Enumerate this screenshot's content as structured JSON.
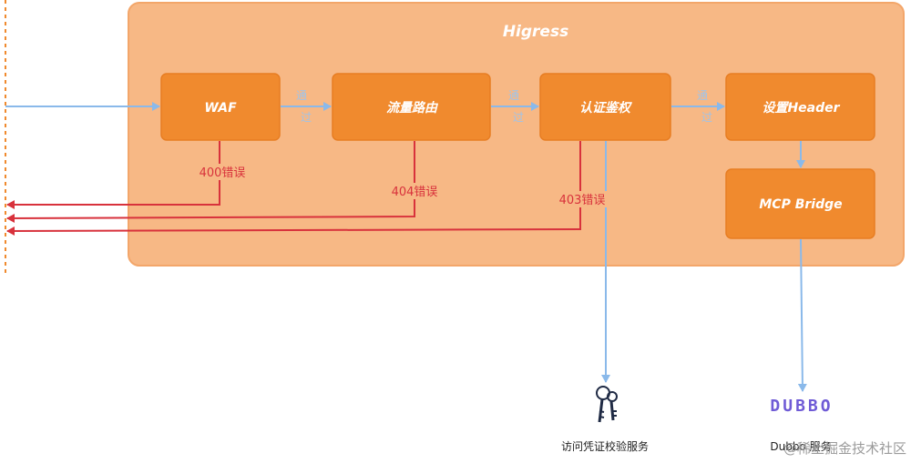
{
  "gateway": {
    "title": "Higress"
  },
  "steps": [
    {
      "id": "waf",
      "label": "WAF"
    },
    {
      "id": "routing",
      "label": "流量路由"
    },
    {
      "id": "auth",
      "label": "认证鉴权"
    },
    {
      "id": "header",
      "label": "设置Header"
    },
    {
      "id": "mcp",
      "label": "MCP Bridge"
    }
  ],
  "pass_labels": [
    [
      "通",
      "过"
    ],
    [
      "通",
      "过"
    ],
    [
      "通",
      "过"
    ]
  ],
  "errors": [
    "400错误",
    "404错误",
    "403错误"
  ],
  "services": {
    "auth_service": "访问凭证校验服务",
    "dubbo_logo": "DUBBO",
    "dubbo_service": "Dubbo 服务"
  },
  "watermark": "@稀土掘金技术社区",
  "colors": {
    "gateway_fill": "#f7b885",
    "step_fill": "#f08a2e",
    "flow": "#8ab9ea",
    "error": "#d8323c",
    "dubbo": "#6f5bd6"
  }
}
